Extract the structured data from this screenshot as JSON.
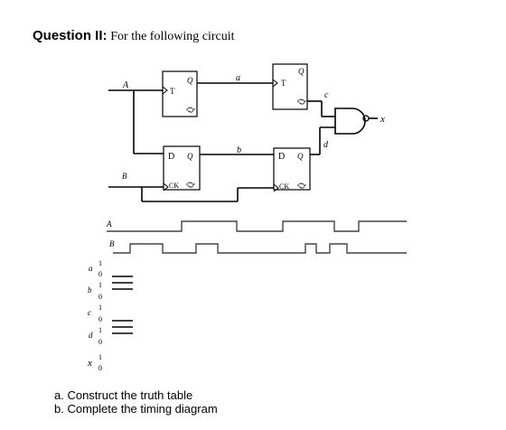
{
  "question": {
    "title_bold": "Question II:",
    "title_rest": "For the following circuit"
  },
  "circuit": {
    "inputs": [
      "A",
      "B"
    ],
    "wires": [
      "a",
      "b",
      "c",
      "d"
    ],
    "output": "x",
    "flipflop_t1": {
      "in": "T",
      "out": "Q",
      "out_bar": "Q̄"
    },
    "flipflop_t2": {
      "in": "T",
      "out": "Q",
      "out_bar": "Q̄"
    },
    "flipflop_d1": {
      "in": "D",
      "out": "Q",
      "clk": "CK",
      "out_bar": "Q̄"
    },
    "flipflop_d2": {
      "in": "D",
      "out": "Q",
      "clk": "CK",
      "out_bar": "Q̄"
    },
    "gate": "NAND"
  },
  "timing": {
    "signals": [
      {
        "name": "A",
        "given": true
      },
      {
        "name": "B",
        "given": true
      },
      {
        "name": "a",
        "given": false
      },
      {
        "name": "b",
        "given": false
      },
      {
        "name": "c",
        "given": false
      },
      {
        "name": "d",
        "given": false
      },
      {
        "name": "x",
        "given": false
      }
    ],
    "high_label": "1",
    "low_label": "0"
  },
  "tasks": [
    "a.  Construct the truth table",
    "b.  Complete the timing diagram"
  ]
}
